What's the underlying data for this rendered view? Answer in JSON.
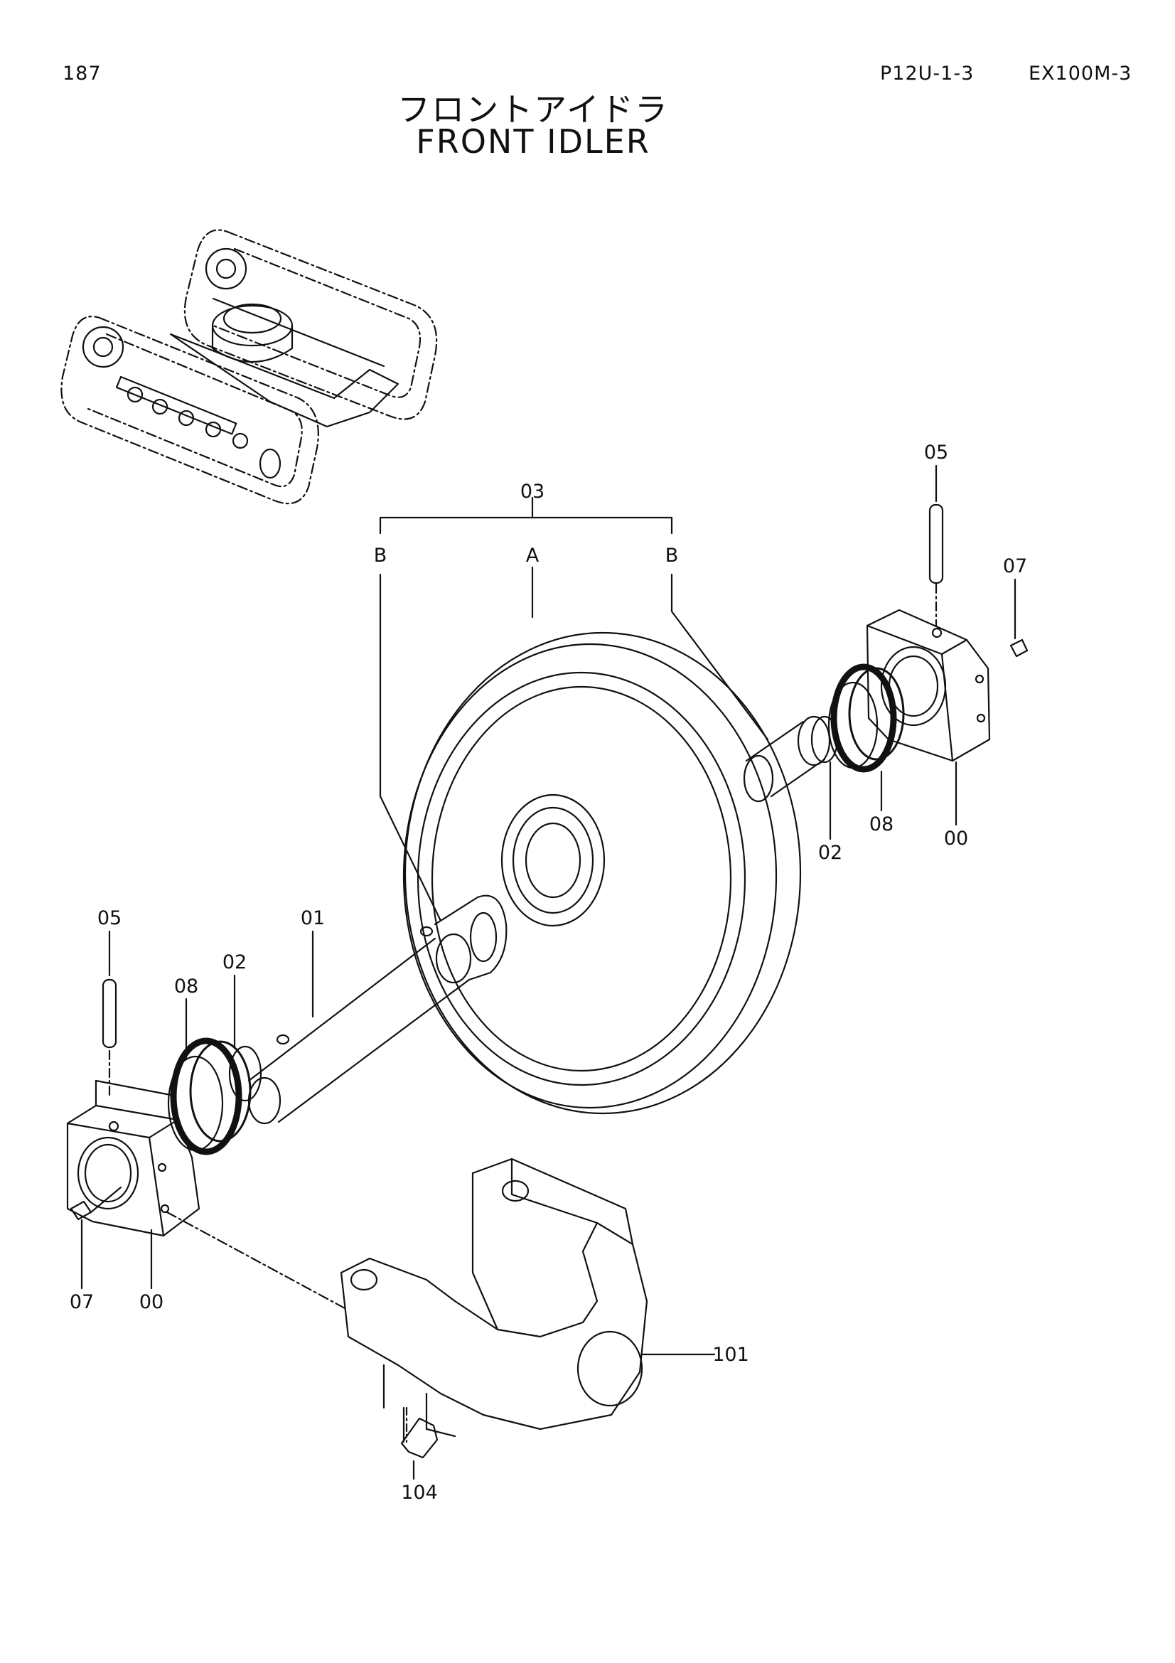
{
  "header": {
    "page_number": "187",
    "section_code": "P12U-1-3",
    "model": "EX100M-3"
  },
  "title": {
    "japanese": "フロントアイドラ",
    "english": "FRONT IDLER"
  },
  "callouts": {
    "group_03": "03",
    "sub_a": "A",
    "sub_b_left": "B",
    "sub_b_right": "B",
    "p05_right": "05",
    "p07_right": "07",
    "p02_right": "02",
    "p08_right": "08",
    "p00_right": "00",
    "p05_left": "05",
    "p01": "01",
    "p02_left": "02",
    "p08_left": "08",
    "p07_left": "07",
    "p00_left": "00",
    "p101": "101",
    "p104": "104"
  }
}
